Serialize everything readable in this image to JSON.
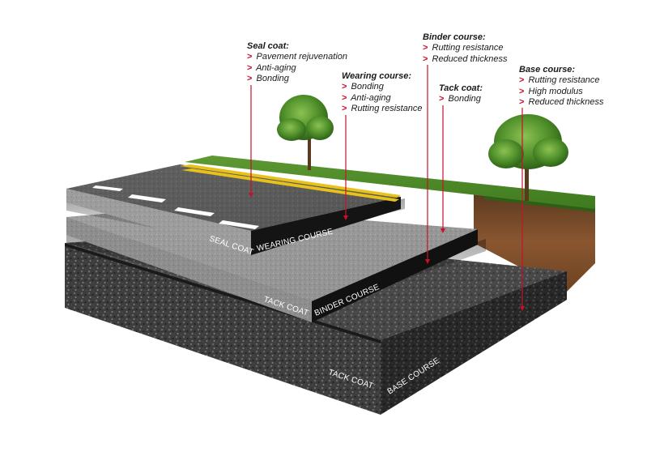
{
  "callouts": {
    "seal_coat": {
      "title": "Seal coat:",
      "items": [
        "Pavement rejuvenation",
        "Anti-aging",
        "Bonding"
      ]
    },
    "wearing_course": {
      "title": "Wearing course:",
      "items": [
        "Bonding",
        "Anti-aging",
        "Rutting resistance"
      ]
    },
    "binder_course": {
      "title": "Binder course:",
      "items": [
        "Rutting resistance",
        "Reduced thickness"
      ]
    },
    "tack_coat": {
      "title": "Tack coat:",
      "items": [
        "Bonding"
      ]
    },
    "base_course": {
      "title": "Base course:",
      "items": [
        "Rutting resistance",
        "High modulus",
        "Reduced thickness"
      ]
    }
  },
  "layer_labels": {
    "seal_coat": "SEAL COAT",
    "wearing_course": "WEARING COURSE",
    "tack_coat_upper": "TACK COAT",
    "binder_course": "BINDER COURSE",
    "tack_coat_lower": "TACK COAT",
    "base_course": "BASE COURSE"
  },
  "bullet_glyph": ">",
  "colors": {
    "leader_line": "#c8102e",
    "road_marking_center": "#e8c21a",
    "road_marking_edge": "#ffffff",
    "grass": "#4f8f2a",
    "soil": "#7a4a26",
    "asphalt_dark": "#3a3a3a",
    "asphalt_light": "#8c8c8c"
  }
}
